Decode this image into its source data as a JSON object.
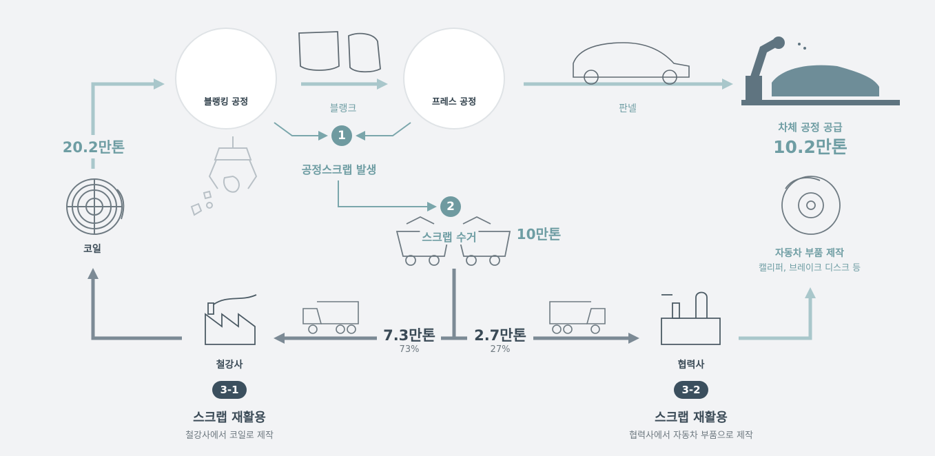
{
  "nodes": {
    "blanking": "블랭킹 공정",
    "press": "프레스 공정",
    "blank": "블랭크",
    "panel": "판넬",
    "body_supply": "차체 공정 공급",
    "body_amount": "10.2만톤",
    "coil": "코일",
    "coil_amount": "20.2만톤",
    "scrap_occur_num": "1",
    "scrap_occur": "공정스크랩 발생",
    "scrap_collect_num": "2",
    "scrap_collect": "스크랩 수거",
    "scrap_amount": "10만톤",
    "parts_title": "자동차 부품 제작",
    "parts_sub": "캘리퍼, 브레이크 디스크 등"
  },
  "split": {
    "left_amount": "7.3만톤",
    "left_pct": "73%",
    "right_amount": "2.7만톤",
    "right_pct": "27%"
  },
  "steel": {
    "name": "철강사",
    "badge": "3-1",
    "title": "스크랩 재활용",
    "desc": "철강사에서 코일로 제작"
  },
  "partner": {
    "name": "협력사",
    "badge": "3-2",
    "title": "스크랩 재활용",
    "desc": "협력사에서 자동차 부품으로 제작"
  },
  "colors": {
    "arrow_light": "#a9c7cb",
    "arrow_dark": "#7c8a95",
    "teal": "#6e9da3",
    "dark": "#3a4a56",
    "badge": "#3b4f5e"
  }
}
